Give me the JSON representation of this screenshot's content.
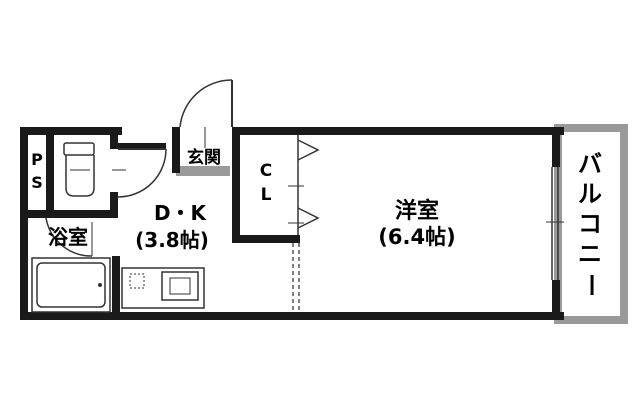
{
  "rooms": {
    "ps": {
      "line1": "P",
      "line2": "S"
    },
    "bath": {
      "label": "浴室"
    },
    "dk": {
      "name": "D・K",
      "size": "(3.8帖)"
    },
    "genkan": {
      "label": "玄関"
    },
    "closet": {
      "line1": "C",
      "line2": "L"
    },
    "western": {
      "name": "洋室",
      "size": "(6.4帖)"
    },
    "balcony": {
      "chars": [
        "バ",
        "ル",
        "コ",
        "ニ",
        "ー"
      ]
    }
  },
  "colors": {
    "wall": "#1a1a1a",
    "balcony_wall": "#9a9a9a",
    "fixture_stroke": "#333333",
    "dashed_line": "#555555"
  }
}
